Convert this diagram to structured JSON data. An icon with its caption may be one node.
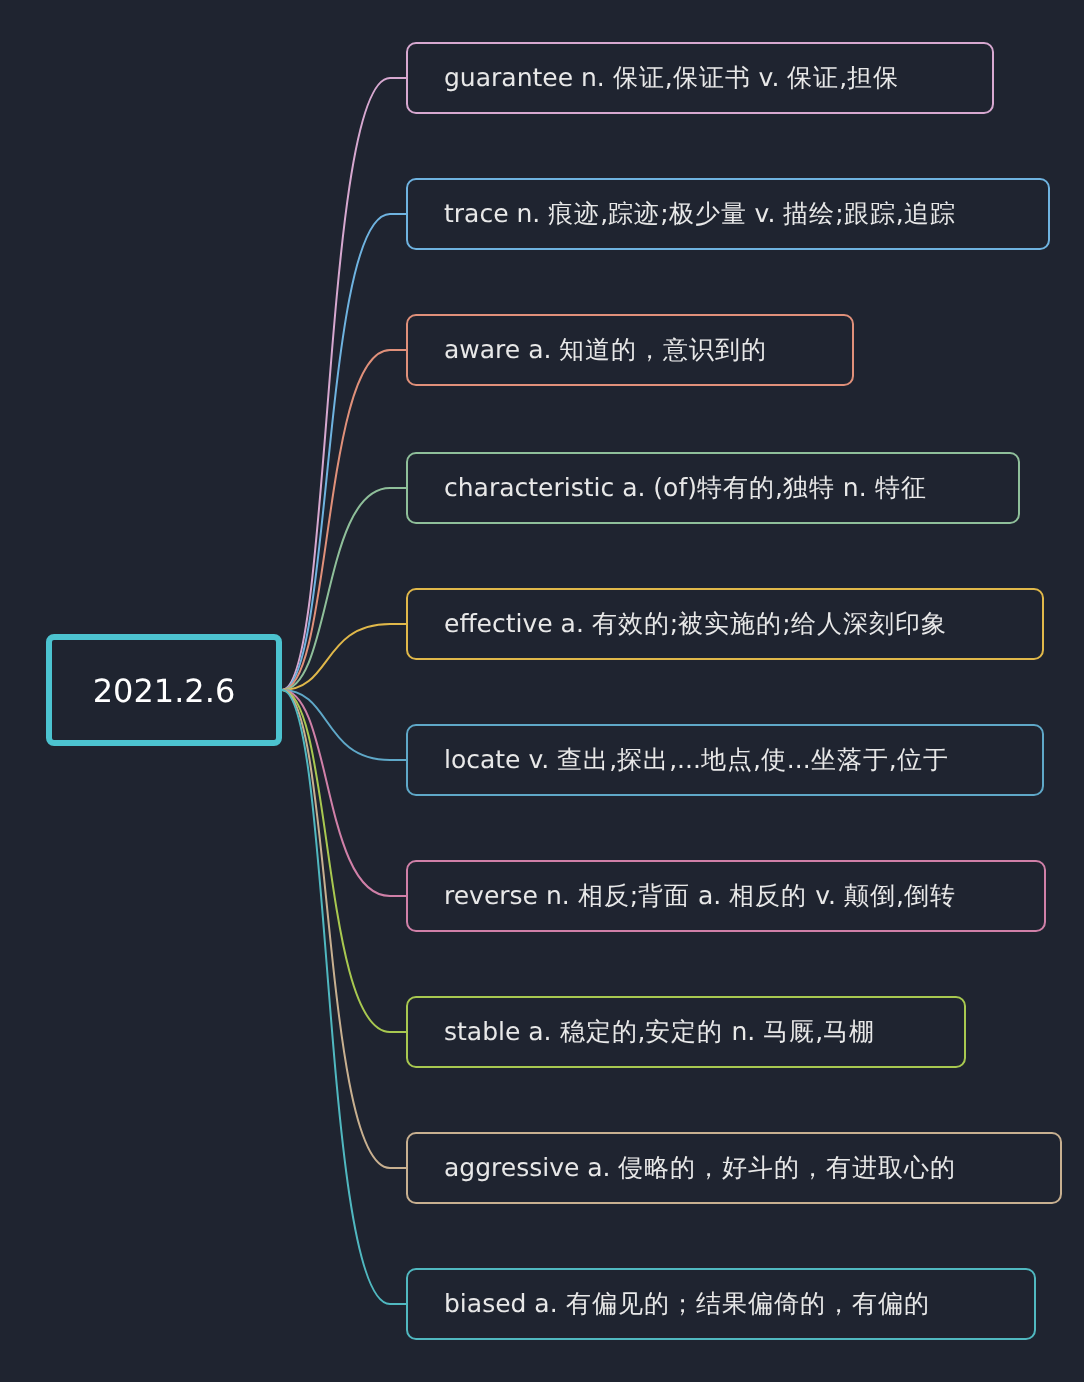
{
  "diagram": {
    "nodes": [
      {
        "text": [
          "2021.2.6"
        ]
      },
      {
        "text": [
          "guarantee n. 保证,保证书 v. 保证,担保"
        ]
      },
      {
        "text": [
          "trace n. 痕迹,踪迹;极少量 v. 描绘;跟踪,追踪"
        ]
      },
      {
        "text": [
          "aware a. 知道的，意识到的"
        ]
      },
      {
        "text": [
          "characteristic a. (of)特有的,独特 n. 特征"
        ]
      },
      {
        "text": [
          "effective a. 有效的;被实施的;给人深刻印象"
        ]
      },
      {
        "text": [
          "locate v. 查出,探出,...地点,使...坐落于,位于"
        ]
      },
      {
        "text": [
          "reverse n. 相反;背面 a. 相反的 v. 颠倒,倒转"
        ]
      },
      {
        "text": [
          "stable a. 稳定的,安定的 n. 马厩,马棚"
        ]
      },
      {
        "text": [
          "aggressive a. 侵略的，好斗的，有进取心的"
        ]
      },
      {
        "text": [
          "biased a. 有偏见的；结果偏倚的，有偏的"
        ]
      }
    ],
    "edges": [
      {
        "from": 0,
        "to": 1,
        "arrow": "none",
        "color": "#d7a8d0"
      },
      {
        "from": 0,
        "to": 2,
        "arrow": "none",
        "color": "#6fb3e0"
      },
      {
        "from": 0,
        "to": 3,
        "arrow": "none",
        "color": "#e0907a"
      },
      {
        "from": 0,
        "to": 4,
        "arrow": "none",
        "color": "#8fbf9a"
      },
      {
        "from": 0,
        "to": 5,
        "arrow": "none",
        "color": "#e0b84a"
      },
      {
        "from": 0,
        "to": 6,
        "arrow": "none",
        "color": "#5fa8c8"
      },
      {
        "from": 0,
        "to": 7,
        "arrow": "none",
        "color": "#d080a8"
      },
      {
        "from": 0,
        "to": 8,
        "arrow": "none",
        "color": "#a8c850"
      },
      {
        "from": 0,
        "to": 9,
        "arrow": "none",
        "color": "#c8b090"
      },
      {
        "from": 0,
        "to": 10,
        "arrow": "none",
        "color": "#50b8c0"
      }
    ]
  }
}
